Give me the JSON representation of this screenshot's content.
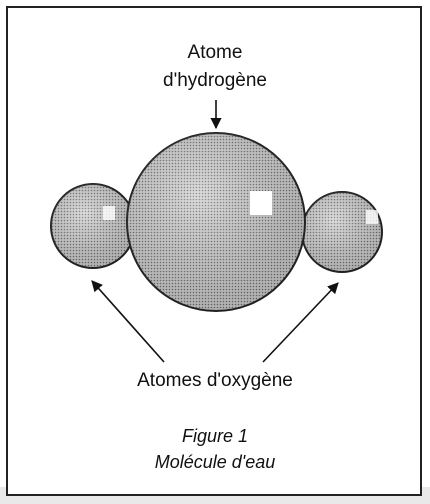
{
  "labels": {
    "hydrogen_line1": "Atome",
    "hydrogen_line2": "d'hydrogène",
    "oxygen": "Atomes d'oxygène"
  },
  "caption": {
    "line1": "Figure 1",
    "line2": "Molécule d'eau"
  },
  "colors": {
    "atom_fill": "#b7b7b7",
    "outline": "#222222",
    "highlight": "#ffffff"
  }
}
